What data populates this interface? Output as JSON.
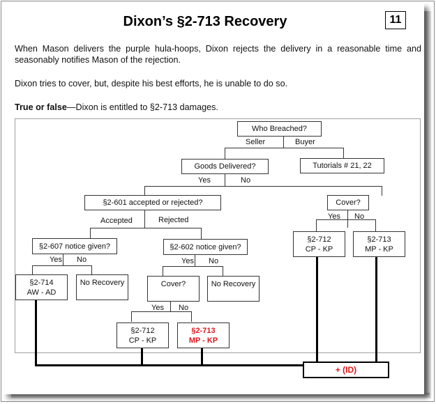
{
  "slide": {
    "title": "Dixon’s §2-713 Recovery",
    "number": "11",
    "paragraph1": "When Mason delivers the purple hula-hoops, Dixon rejects the delivery in a reasonable time and seasonably notifies Mason of the rejection.",
    "paragraph2": "Dixon tries to cover, but, despite his best efforts, he is unable to do so.",
    "question_bold": "True or false",
    "question_rest": "—Dixon is entitled to §2-713 damages."
  },
  "diagram": {
    "nodes": {
      "who_breached": "Who Breached?",
      "goods_delivered": "Goods Delivered?",
      "tutorials": "Tutorials # 21, 22",
      "accepted_rejected": "§2-601 accepted or rejected?",
      "cover_right": "Cover?",
      "notice_607": "§2-607 notice given?",
      "notice_602": "§2-602 notice given?",
      "s2714_line1": "§2-714",
      "s2714_line2": "AW  -  AD",
      "no_recovery_1": "No Recovery",
      "cover_mid": "Cover?",
      "no_recovery_2": "No Recovery",
      "s2712_mid_line1": "§2-712",
      "s2712_mid_line2": "CP  -  KP",
      "s2713_mid_line1": "§2-713",
      "s2713_mid_line2": "MP  -  KP",
      "s2712_right_line1": "§2-712",
      "s2712_right_line2": "CP  -  KP",
      "s2713_right_line1": "§2-713",
      "s2713_right_line2": "MP - KP",
      "incidental": "+ (ID)"
    },
    "edges": {
      "seller": "Seller",
      "buyer": "Buyer",
      "delivered_yes": "Yes",
      "delivered_no": "No",
      "accepted": "Accepted",
      "rejected": "Rejected",
      "cover_right_yes": "Yes",
      "cover_right_no": "No",
      "notice_607_yes": "Yes",
      "notice_607_no": "No",
      "notice_602_yes": "Yes",
      "notice_602_no": "No",
      "cover_mid_yes": "Yes",
      "cover_mid_no": "No"
    },
    "colors": {
      "highlight": "#e0161b"
    }
  }
}
